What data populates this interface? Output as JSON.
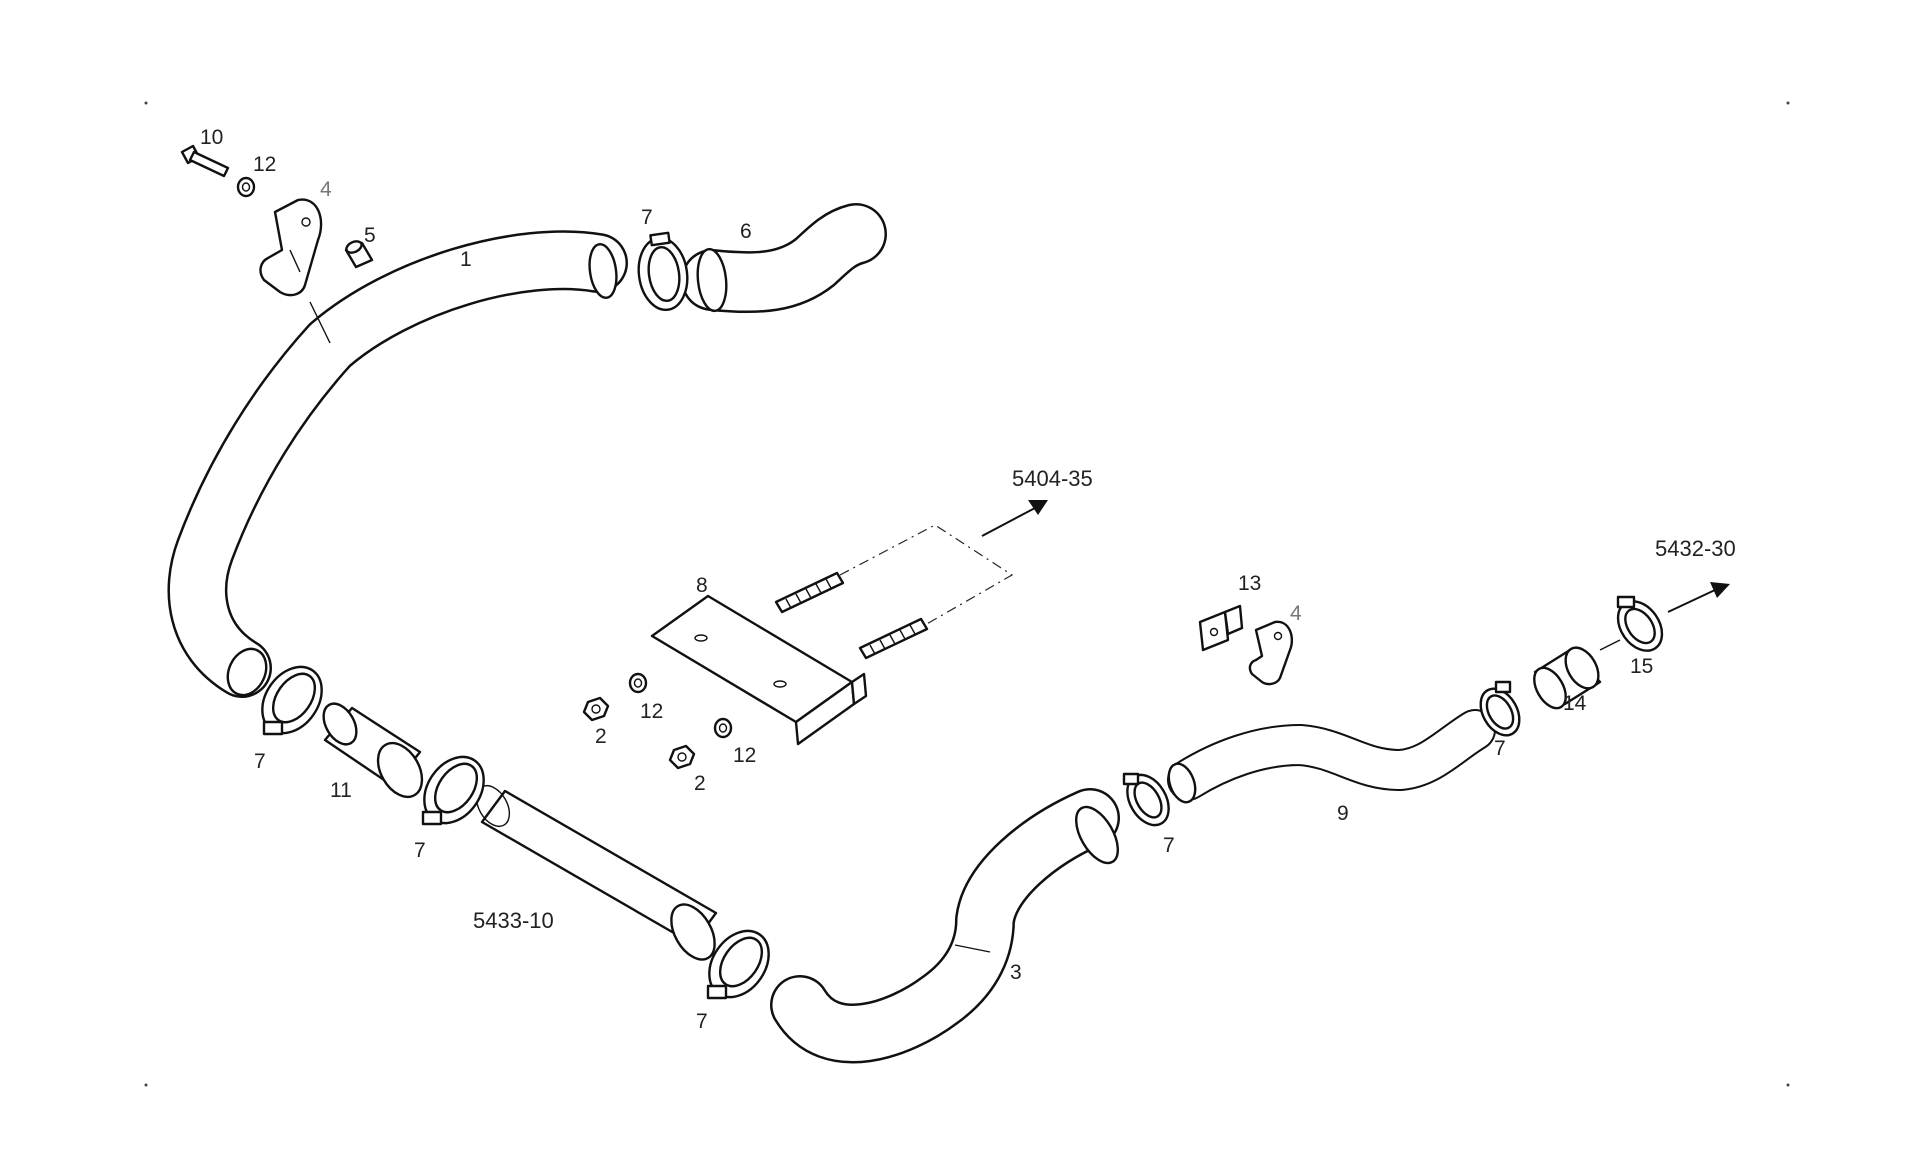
{
  "diagram": {
    "part_numbers": {
      "p1": "1",
      "p2": "2",
      "p3": "3",
      "p4": "4",
      "p5": "5",
      "p6": "6",
      "p7": "7",
      "p8": "8",
      "p9": "9",
      "p10": "10",
      "p11": "11",
      "p12": "12",
      "p13": "13",
      "p14": "14",
      "p15": "15"
    },
    "references": {
      "top_center": "5404-35",
      "right": "5432-30",
      "bottom_tube": "5433-10"
    }
  }
}
